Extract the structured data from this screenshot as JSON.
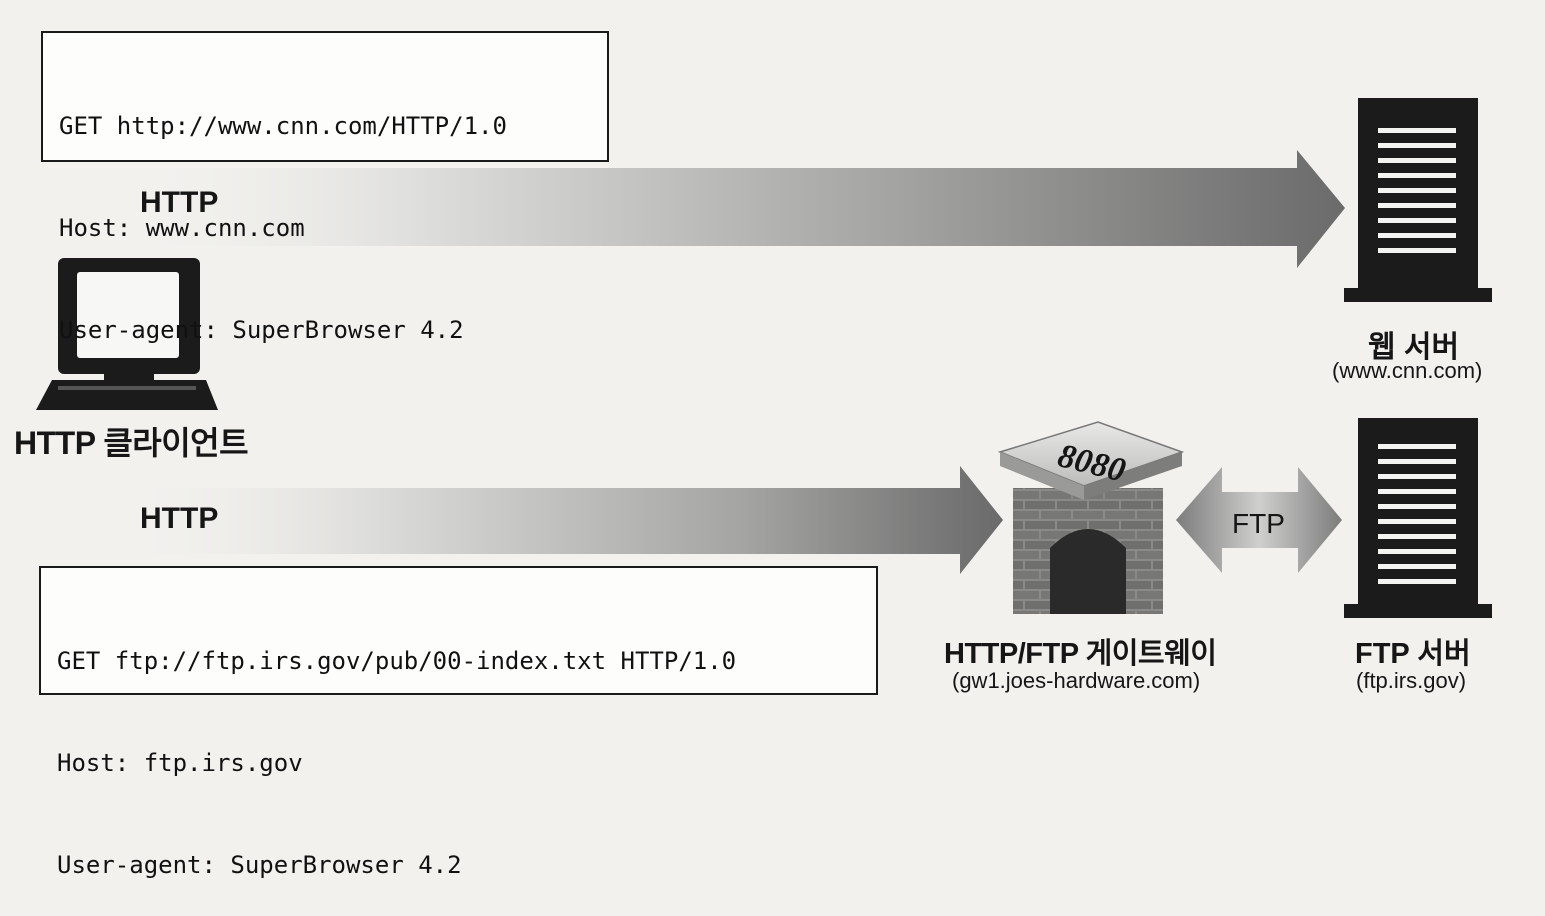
{
  "request_box_1": {
    "lines": [
      "GET http://www.cnn.com/HTTP/1.0",
      "Host: www.cnn.com",
      "User-agent: SuperBrowser 4.2"
    ]
  },
  "request_box_2": {
    "lines": [
      "GET ftp://ftp.irs.gov/pub/00-index.txt HTTP/1.0",
      "Host: ftp.irs.gov",
      "User-agent: SuperBrowser 4.2"
    ]
  },
  "arrows": {
    "top_protocol": "HTTP",
    "bottom_protocol": "HTTP",
    "gateway_to_ftp_protocol": "FTP"
  },
  "client": {
    "label": "HTTP 클라이언트"
  },
  "web_server": {
    "label": "웹 서버",
    "host": "(www.cnn.com)"
  },
  "gateway": {
    "label": "HTTP/FTP 게이트웨이",
    "host": "(gw1.joes-hardware.com)",
    "port": "8080"
  },
  "ftp_server": {
    "label": "FTP 서버",
    "host": "(ftp.irs.gov)"
  },
  "colors": {
    "ink": "#151515",
    "arrow_dark": "#6b6b6b",
    "background": "#f2f1ee"
  }
}
